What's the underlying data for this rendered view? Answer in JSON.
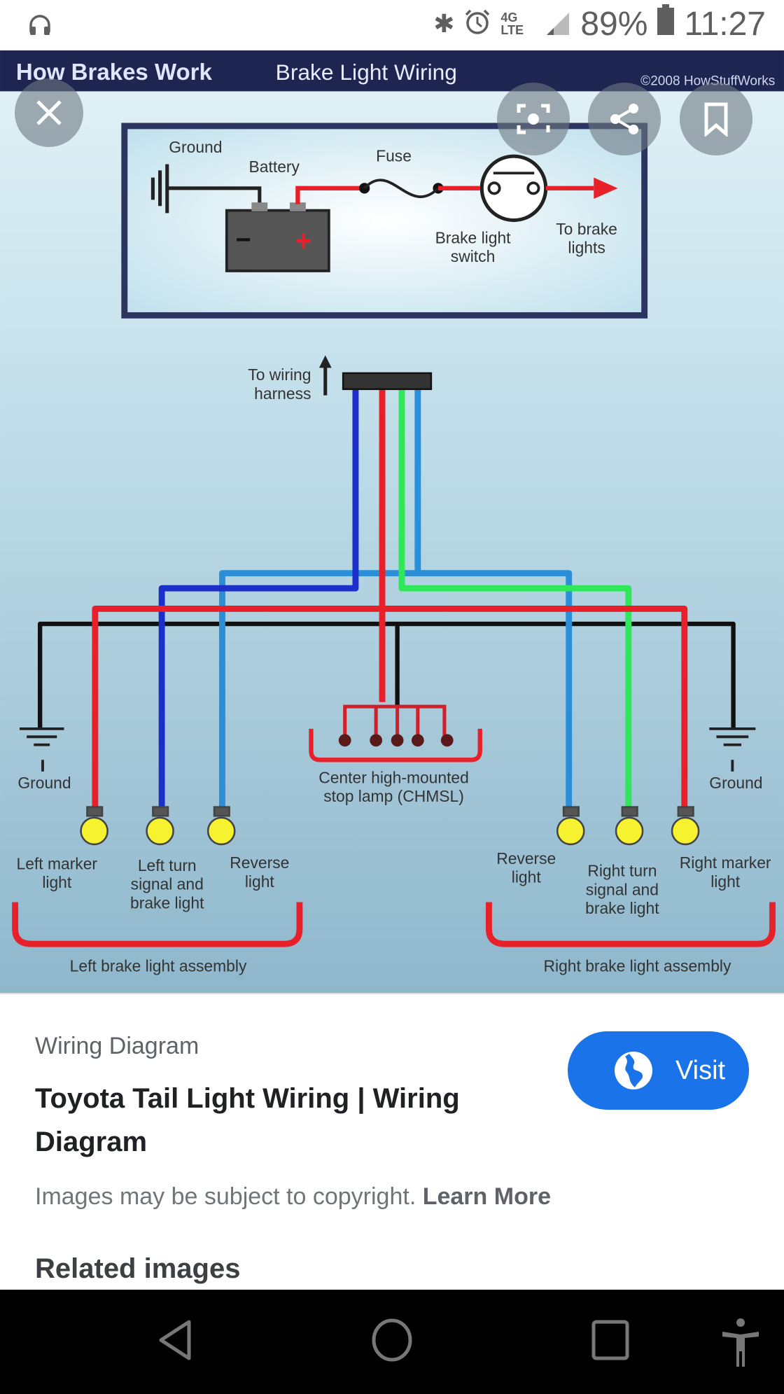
{
  "status_bar": {
    "battery": "89%",
    "time": "11:27",
    "network": "4G LTE"
  },
  "diagram": {
    "header_left": "How Brakes Work",
    "header_right": "Brake Light Wiring",
    "copyright": "©2008 HowStuffWorks",
    "ground_top": "Ground",
    "battery": "Battery",
    "fuse": "Fuse",
    "switch_l1": "Brake light",
    "switch_l2": "switch",
    "to_brake_l1": "To brake",
    "to_brake_l2": "lights",
    "harness_l1": "To wiring",
    "harness_l2": "harness",
    "ground_left": "Ground",
    "ground_right": "Ground",
    "chmsl_l1": "Center high-mounted",
    "chmsl_l2": "stop lamp (CHMSL)",
    "left_marker_l1": "Left marker",
    "left_marker_l2": "light",
    "left_turn_l1": "Left turn",
    "left_turn_l2": "signal and",
    "left_turn_l3": "brake light",
    "reverse_left_l1": "Reverse",
    "reverse_left_l2": "light",
    "reverse_right_l1": "Reverse",
    "reverse_right_l2": "light",
    "right_turn_l1": "Right turn",
    "right_turn_l2": "signal and",
    "right_turn_l3": "brake light",
    "right_marker_l1": "Right marker",
    "right_marker_l2": "light",
    "left_assembly": "Left brake light assembly",
    "right_assembly": "Right brake light assembly"
  },
  "info": {
    "source": "Wiring Diagram",
    "title": "Toyota Tail Light Wiring | Wiring Diagram",
    "visit_label": "Visit",
    "copyright_notice": "Images may be subject to copyright.",
    "learn_more": "Learn More",
    "related_heading": "Related images"
  },
  "colors": {
    "accent": "#1a73e8",
    "wire_red": "#e8202a",
    "wire_blue": "#1c2fc8",
    "wire_lightblue": "#2a8fd8",
    "wire_green": "#2ee85a"
  }
}
